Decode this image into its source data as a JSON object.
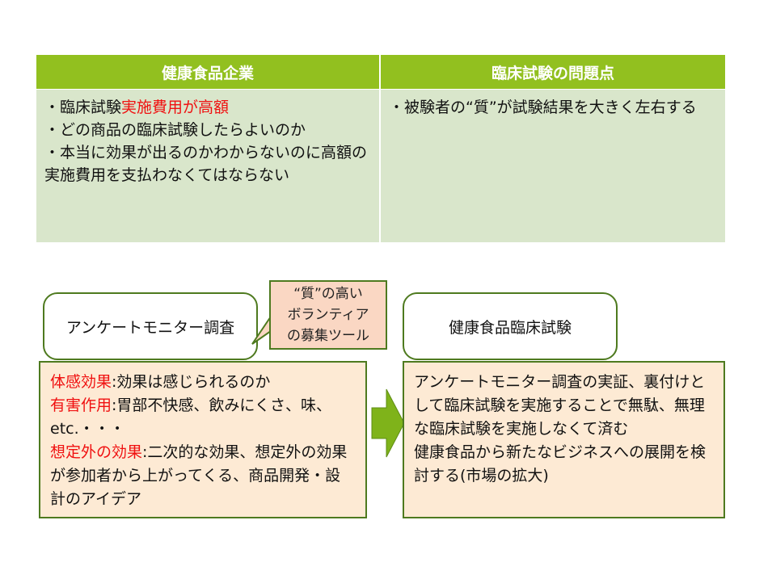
{
  "table": {
    "headers": [
      "健康食品企業",
      "臨床試験の問題点"
    ],
    "left": [
      {
        "prefix": "・臨床試験",
        "highlight": "実施費用が高額"
      },
      "・どの商品の臨床試験したらよいのか",
      "・本当に効果が出るのかわからないのに高額の実施費用を支払わなくてはならない"
    ],
    "right": [
      "・被験者の“質”が試験結果を大きく左右する"
    ]
  },
  "survey": {
    "title": "アンケートモニター調査",
    "callout": [
      "“質”の高い",
      "ボランティア",
      "の募集ツール"
    ],
    "items": [
      {
        "label": "体感効果",
        "text": ":効果は感じられるのか"
      },
      {
        "label": "有害作用",
        "text": ":胃部不快感、飲みにくさ、味、etc.・・・"
      },
      {
        "label": "想定外の効果",
        "text": ":二次的な効果、想定外の効果が参加者から上がってくる、商品開発・設計のアイデア"
      }
    ]
  },
  "trial": {
    "title": "健康食品臨床試験",
    "lines": [
      "アンケートモニター調査の実証、裏付けとして臨床試験を実施することで無駄、無理な臨床試験を実施しなくて済む",
      "健康食品から新たなビジネスへの展開を検討する(市場の拡大)"
    ]
  },
  "colors": {
    "header": "#92C01F",
    "cell": "#D9E6CB",
    "accent_red": "#F01010",
    "box": "#FDEAD4"
  }
}
